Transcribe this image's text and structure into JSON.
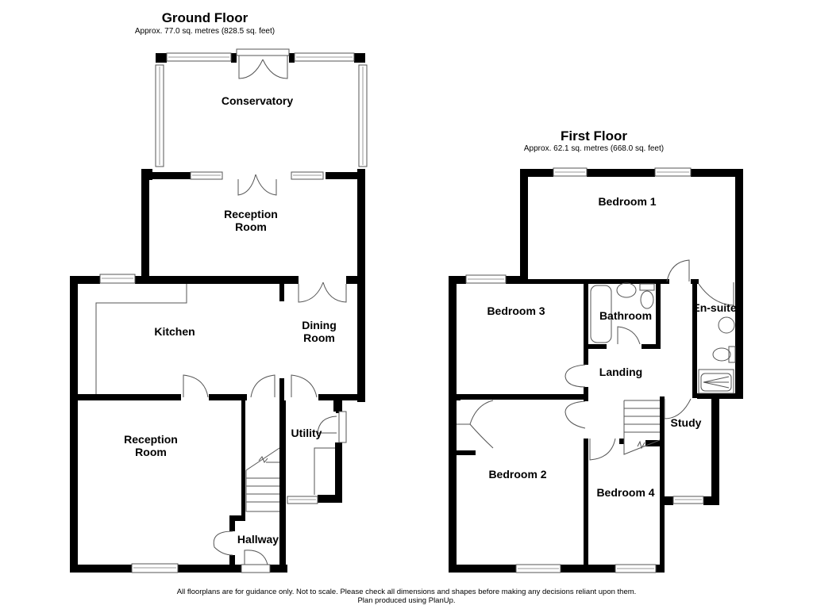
{
  "ground_floor": {
    "title": "Ground Floor",
    "area": "Approx. 77.0 sq. metres (828.5 sq. feet)",
    "rooms": [
      {
        "id": "conservatory",
        "label": "Conservatory"
      },
      {
        "id": "reception-room-rear",
        "label": "Reception\nRoom"
      },
      {
        "id": "kitchen",
        "label": "Kitchen"
      },
      {
        "id": "dining-room",
        "label": "Dining\nRoom"
      },
      {
        "id": "reception-room-front",
        "label": "Reception\nRoom"
      },
      {
        "id": "utility",
        "label": "Utility"
      },
      {
        "id": "hallway",
        "label": "Hallway"
      }
    ]
  },
  "first_floor": {
    "title": "First Floor",
    "area": "Approx. 62.1 sq. metres (668.0 sq. feet)",
    "rooms": [
      {
        "id": "bedroom-1",
        "label": "Bedroom 1"
      },
      {
        "id": "bedroom-3",
        "label": "Bedroom 3"
      },
      {
        "id": "bathroom",
        "label": "Bathroom"
      },
      {
        "id": "en-suite",
        "label": "En-suite"
      },
      {
        "id": "landing",
        "label": "Landing"
      },
      {
        "id": "study",
        "label": "Study"
      },
      {
        "id": "bedroom-2",
        "label": "Bedroom 2"
      },
      {
        "id": "bedroom-4",
        "label": "Bedroom 4"
      }
    ]
  },
  "footer": {
    "disclaimer": "All floorplans are for guidance only. Not to scale. Please check all dimensions and shapes before making any decisions reliant upon them.",
    "credit": "Plan produced using PlanUp."
  },
  "colors": {
    "wall": "#000000",
    "background": "#ffffff",
    "window": "#cfcfcf",
    "line": "#555555"
  }
}
